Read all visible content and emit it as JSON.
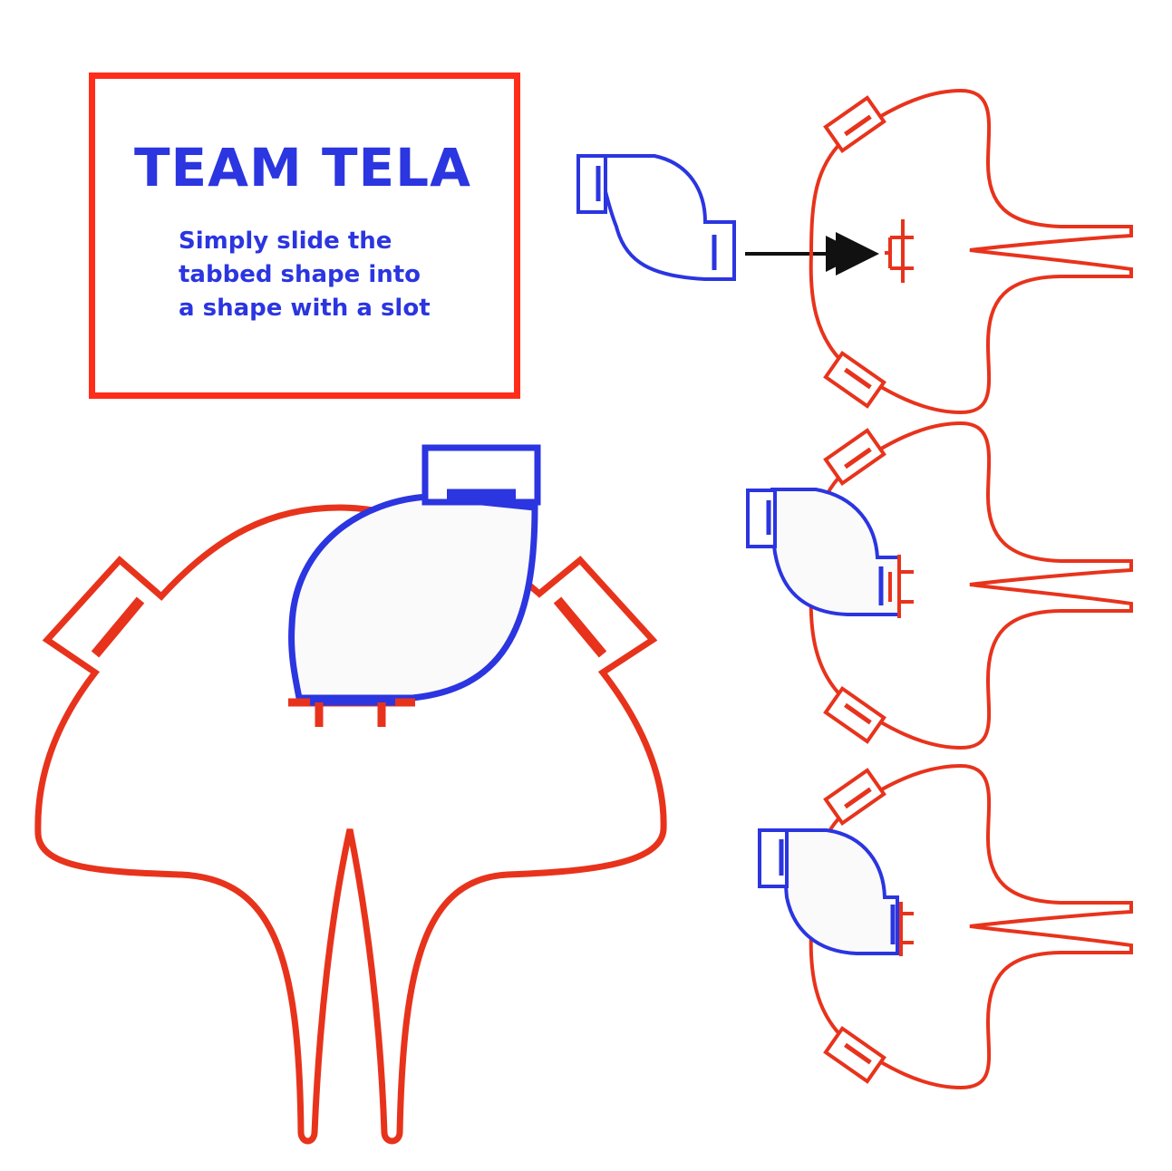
{
  "colors": {
    "slot_shape": "#e8331c",
    "tabbed_shape": "#2b35e0",
    "frame": "#ff2d1a",
    "arrow": "#111111",
    "fill": "#fafafa"
  },
  "title_panel": {
    "title": "TEAM TELA",
    "instruction_lines": [
      "Simply slide the",
      "tabbed shape into",
      "a shape with a slot"
    ]
  }
}
